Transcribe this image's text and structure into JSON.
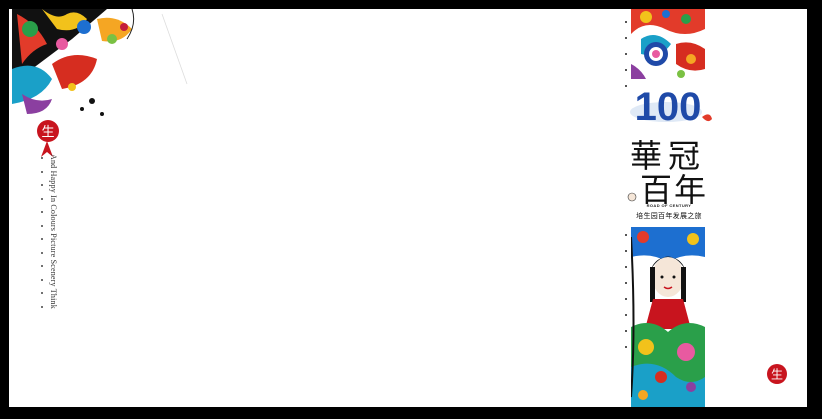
{
  "left": {
    "vertical_caption": "And Happy In Colours Picture Scenery Think",
    "seal_glyph": "生"
  },
  "spine": {
    "badge_number": "100",
    "title_chars": [
      "華",
      "冠",
      "百",
      "年"
    ],
    "subtitle_en": "ROAD OF CENTURY",
    "subtitle_cn": "培生园百年发展之旅",
    "seal_glyph": "生"
  },
  "colors": {
    "frame": "#000000",
    "page": "#ffffff",
    "seal_red": "#c8141e",
    "badge_blue": "#1f4aa8"
  }
}
